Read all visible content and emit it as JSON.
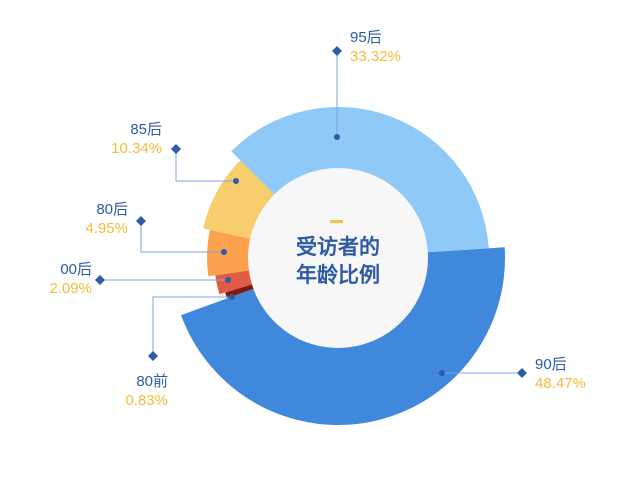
{
  "chart_data": {
    "type": "pie",
    "subtype": "rose",
    "title": "受访者的年龄比例",
    "categories": [
      "90后",
      "80前",
      "00后",
      "80后",
      "85后",
      "95后"
    ],
    "values": [
      48.47,
      0.83,
      2.09,
      4.95,
      10.34,
      33.32
    ],
    "unit": "%",
    "colors": [
      "#3f88dc",
      "#7e1a0e",
      "#e05d45",
      "#fca14e",
      "#f7cd6d",
      "#8fc9f8"
    ],
    "legend": "none",
    "labels": [
      {
        "name": "90后",
        "pct": "48.47%"
      },
      {
        "name": "80前",
        "pct": "0.83%"
      },
      {
        "name": "00后",
        "pct": "2.09%"
      },
      {
        "name": "80后",
        "pct": "4.95%"
      },
      {
        "name": "85后",
        "pct": "10.34%"
      },
      {
        "name": "95后",
        "pct": "33.32%"
      }
    ]
  },
  "center": {
    "line1": "受访者的",
    "line2": "年龄比例"
  },
  "colors": {
    "label_name": "#2e5aa8",
    "label_pct": "#f6b93b",
    "leader": "#2e5aa8",
    "accent_dash": "#f6c142",
    "inner_circle": "#f7f7f7"
  }
}
